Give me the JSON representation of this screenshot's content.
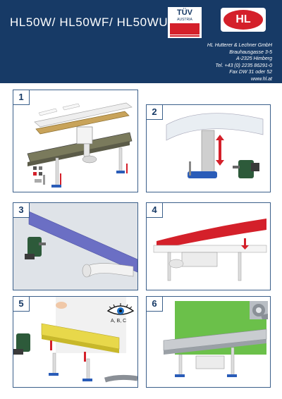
{
  "header": {
    "title": "HL50W/ HL50WF/ HL50WU",
    "tuv": {
      "brand": "TÜV",
      "country": "AUSTRIA"
    },
    "logo": "HL",
    "address": [
      "HL Hutterer & Lechner GmbH",
      "Brauhausgasse 3-5",
      "A-2325 Himberg",
      "Tel. +43 (0) 2235 86291-0",
      "Fax DW 31 oder 52",
      "www.hl.at"
    ]
  },
  "steps": [
    {
      "number": "1"
    },
    {
      "number": "2"
    },
    {
      "number": "3"
    },
    {
      "number": "4"
    },
    {
      "number": "5",
      "note": "A, B, C"
    },
    {
      "number": "6"
    }
  ],
  "colors": {
    "brand_blue": "#173a66",
    "brand_red": "#d4202a",
    "frame": "#3b5f8a"
  }
}
